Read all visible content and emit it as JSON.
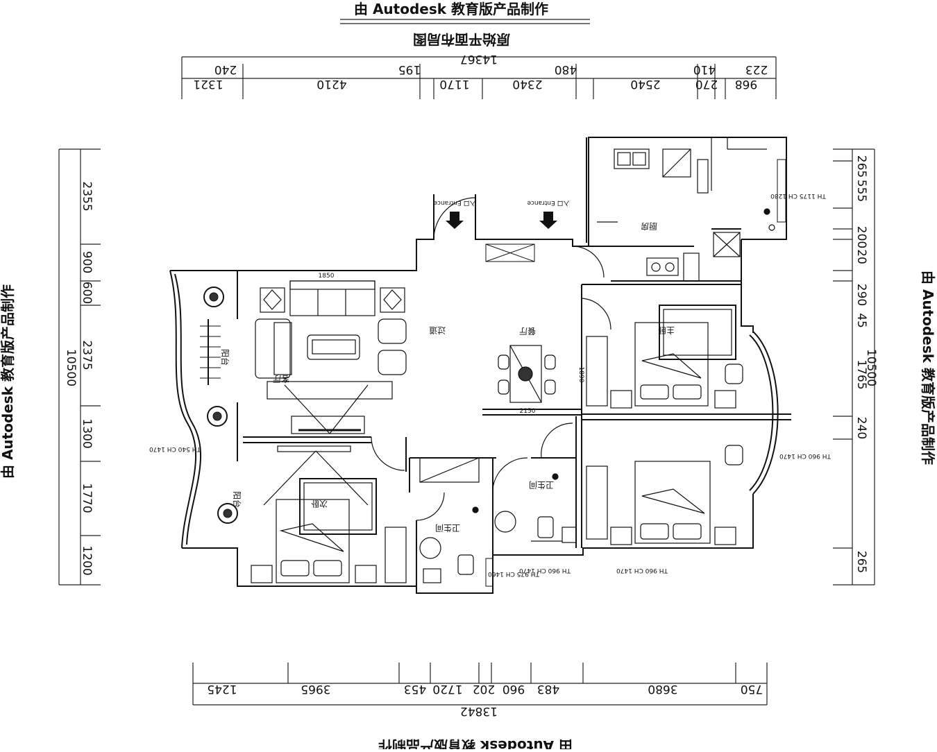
{
  "watermark": "由 Autodesk 教育版产品制作",
  "plan_title": "原始平面布局图",
  "dims": {
    "top_total": "14367",
    "top_upper": [
      "240",
      "195",
      "480",
      "410",
      "223"
    ],
    "top_lower": [
      "1321",
      "4210",
      "1170",
      "2340",
      "2540",
      "270",
      "968"
    ],
    "left_total": "10500",
    "left": [
      "2355",
      "900",
      "600",
      "2375",
      "1300",
      "1770",
      "1200"
    ],
    "right_total": "10500",
    "right": [
      "265",
      "555",
      "200",
      "20",
      "290",
      "45",
      "1765",
      "240",
      "265"
    ],
    "bottom_total": "13842",
    "bottom": [
      "1245",
      "3965",
      "453",
      "1720",
      "202",
      "960",
      "483",
      "3680",
      "750"
    ],
    "inner_sofa": "1850",
    "inner_dining_w": "2150",
    "inner_dining_h": "1890"
  },
  "rooms": {
    "living": "客厅",
    "dining": "餐厅",
    "corridor": "过道",
    "kitchen": "厨房",
    "master_bed": "主卧",
    "second_bed": "次卧",
    "balcony_1": "阳台",
    "balcony_2": "阳台",
    "bath_1": "卫生间",
    "bath_2": "卫生间"
  },
  "entrances": [
    "入口\nEntrance",
    "入口\nEntrance"
  ],
  "window_notes": [
    "TH 1175 CH 1280",
    "TH 960 CH 1470",
    "TH 960 CH 1470",
    "TH 975 CH 1460",
    "TH 540 CH 1470",
    "TH 960 CH 1470"
  ]
}
